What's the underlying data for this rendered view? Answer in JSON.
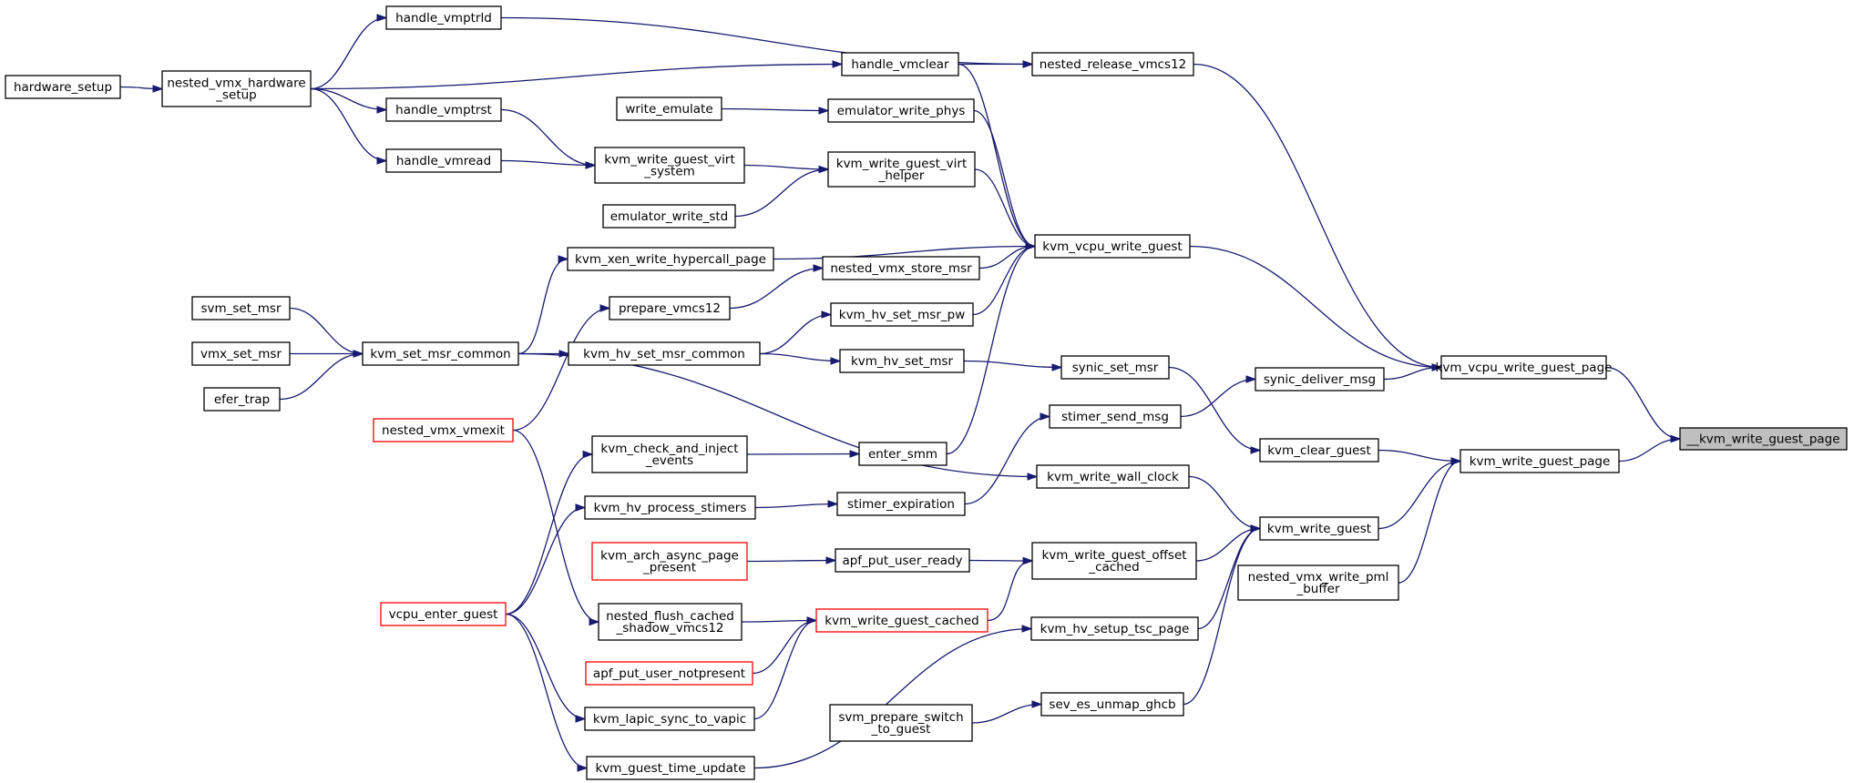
{
  "nodes": [
    {
      "id": "__kvm_write_guest_page",
      "lines": [
        "__kvm_write_guest_page"
      ],
      "style": "root"
    },
    {
      "id": "kvm_vcpu_write_guest_page",
      "lines": [
        "kvm_vcpu_write_guest_page"
      ],
      "style": "normal"
    },
    {
      "id": "kvm_write_guest_page",
      "lines": [
        "kvm_write_guest_page"
      ],
      "style": "normal"
    },
    {
      "id": "nested_release_vmcs12",
      "lines": [
        "nested_release_vmcs12"
      ],
      "style": "normal"
    },
    {
      "id": "kvm_vcpu_write_guest",
      "lines": [
        "kvm_vcpu_write_guest"
      ],
      "style": "normal"
    },
    {
      "id": "synic_deliver_msg",
      "lines": [
        "synic_deliver_msg"
      ],
      "style": "normal"
    },
    {
      "id": "kvm_clear_guest",
      "lines": [
        "kvm_clear_guest"
      ],
      "style": "normal"
    },
    {
      "id": "kvm_write_guest",
      "lines": [
        "kvm_write_guest"
      ],
      "style": "normal"
    },
    {
      "id": "nested_vmx_write_pml_buffer",
      "lines": [
        "nested_vmx_write_pml",
        "_buffer"
      ],
      "style": "normal"
    },
    {
      "id": "handle_vmptrld",
      "lines": [
        "handle_vmptrld"
      ],
      "style": "normal"
    },
    {
      "id": "handle_vmclear",
      "lines": [
        "handle_vmclear"
      ],
      "style": "normal"
    },
    {
      "id": "nested_vmx_hardware_setup",
      "lines": [
        "nested_vmx_hardware",
        "_setup"
      ],
      "style": "normal"
    },
    {
      "id": "hardware_setup",
      "lines": [
        "hardware_setup"
      ],
      "style": "normal"
    },
    {
      "id": "handle_vmptrst",
      "lines": [
        "handle_vmptrst"
      ],
      "style": "normal"
    },
    {
      "id": "handle_vmread",
      "lines": [
        "handle_vmread"
      ],
      "style": "normal"
    },
    {
      "id": "write_emulate",
      "lines": [
        "write_emulate"
      ],
      "style": "normal"
    },
    {
      "id": "emulator_write_phys",
      "lines": [
        "emulator_write_phys"
      ],
      "style": "normal"
    },
    {
      "id": "kvm_write_guest_virt_system",
      "lines": [
        "kvm_write_guest_virt",
        "_system"
      ],
      "style": "normal"
    },
    {
      "id": "kvm_write_guest_virt_helper",
      "lines": [
        "kvm_write_guest_virt",
        "_helper"
      ],
      "style": "normal"
    },
    {
      "id": "emulator_write_std",
      "lines": [
        "emulator_write_std"
      ],
      "style": "normal"
    },
    {
      "id": "kvm_xen_write_hypercall_page",
      "lines": [
        "kvm_xen_write_hypercall_page"
      ],
      "style": "normal"
    },
    {
      "id": "nested_vmx_store_msr",
      "lines": [
        "nested_vmx_store_msr"
      ],
      "style": "normal"
    },
    {
      "id": "prepare_vmcs12",
      "lines": [
        "prepare_vmcs12"
      ],
      "style": "normal"
    },
    {
      "id": "kvm_hv_set_msr_pw",
      "lines": [
        "kvm_hv_set_msr_pw"
      ],
      "style": "normal"
    },
    {
      "id": "svm_set_msr",
      "lines": [
        "svm_set_msr"
      ],
      "style": "normal"
    },
    {
      "id": "vmx_set_msr",
      "lines": [
        "vmx_set_msr"
      ],
      "style": "normal"
    },
    {
      "id": "efer_trap",
      "lines": [
        "efer_trap"
      ],
      "style": "normal"
    },
    {
      "id": "kvm_set_msr_common",
      "lines": [
        "kvm_set_msr_common"
      ],
      "style": "normal"
    },
    {
      "id": "kvm_hv_set_msr_common",
      "lines": [
        "kvm_hv_set_msr_common"
      ],
      "style": "normal"
    },
    {
      "id": "kvm_hv_set_msr",
      "lines": [
        "kvm_hv_set_msr"
      ],
      "style": "normal"
    },
    {
      "id": "synic_set_msr",
      "lines": [
        "synic_set_msr"
      ],
      "style": "normal"
    },
    {
      "id": "stimer_send_msg",
      "lines": [
        "stimer_send_msg"
      ],
      "style": "normal"
    },
    {
      "id": "nested_vmx_vmexit",
      "lines": [
        "nested_vmx_vmexit"
      ],
      "style": "red"
    },
    {
      "id": "kvm_check_and_inject_events",
      "lines": [
        "kvm_check_and_inject",
        "_events"
      ],
      "style": "normal"
    },
    {
      "id": "enter_smm",
      "lines": [
        "enter_smm"
      ],
      "style": "normal"
    },
    {
      "id": "kvm_write_wall_clock",
      "lines": [
        "kvm_write_wall_clock"
      ],
      "style": "normal"
    },
    {
      "id": "kvm_hv_process_stimers",
      "lines": [
        "kvm_hv_process_stimers"
      ],
      "style": "normal"
    },
    {
      "id": "stimer_expiration",
      "lines": [
        "stimer_expiration"
      ],
      "style": "normal"
    },
    {
      "id": "kvm_arch_async_page_present",
      "lines": [
        "kvm_arch_async_page",
        "_present"
      ],
      "style": "red"
    },
    {
      "id": "apf_put_user_ready",
      "lines": [
        "apf_put_user_ready"
      ],
      "style": "normal"
    },
    {
      "id": "kvm_write_guest_offset_cached",
      "lines": [
        "kvm_write_guest_offset",
        "_cached"
      ],
      "style": "normal"
    },
    {
      "id": "vcpu_enter_guest",
      "lines": [
        "vcpu_enter_guest"
      ],
      "style": "red"
    },
    {
      "id": "nested_flush_cached_shadow_vmcs12",
      "lines": [
        "nested_flush_cached",
        "_shadow_vmcs12"
      ],
      "style": "normal"
    },
    {
      "id": "kvm_write_guest_cached",
      "lines": [
        "kvm_write_guest_cached"
      ],
      "style": "red"
    },
    {
      "id": "kvm_hv_setup_tsc_page",
      "lines": [
        "kvm_hv_setup_tsc_page"
      ],
      "style": "normal"
    },
    {
      "id": "apf_put_user_notpresent",
      "lines": [
        "apf_put_user_notpresent"
      ],
      "style": "red"
    },
    {
      "id": "kvm_lapic_sync_to_vapic",
      "lines": [
        "kvm_lapic_sync_to_vapic"
      ],
      "style": "normal"
    },
    {
      "id": "svm_prepare_switch_to_guest",
      "lines": [
        "svm_prepare_switch",
        "_to_guest"
      ],
      "style": "normal"
    },
    {
      "id": "sev_es_unmap_ghcb",
      "lines": [
        "sev_es_unmap_ghcb"
      ],
      "style": "normal"
    },
    {
      "id": "kvm_guest_time_update",
      "lines": [
        "kvm_guest_time_update"
      ],
      "style": "normal"
    }
  ],
  "edges": [
    [
      "kvm_vcpu_write_guest_page",
      "__kvm_write_guest_page"
    ],
    [
      "kvm_write_guest_page",
      "__kvm_write_guest_page"
    ],
    [
      "nested_release_vmcs12",
      "kvm_vcpu_write_guest_page"
    ],
    [
      "kvm_vcpu_write_guest",
      "kvm_vcpu_write_guest_page"
    ],
    [
      "synic_deliver_msg",
      "kvm_vcpu_write_guest_page"
    ],
    [
      "kvm_clear_guest",
      "kvm_write_guest_page"
    ],
    [
      "kvm_write_guest",
      "kvm_write_guest_page"
    ],
    [
      "nested_vmx_write_pml_buffer",
      "kvm_write_guest_page"
    ],
    [
      "handle_vmptrld",
      "nested_release_vmcs12"
    ],
    [
      "handle_vmclear",
      "nested_release_vmcs12"
    ],
    [
      "nested_vmx_hardware_setup",
      "handle_vmptrld"
    ],
    [
      "nested_vmx_hardware_setup",
      "handle_vmclear"
    ],
    [
      "nested_vmx_hardware_setup",
      "handle_vmptrst"
    ],
    [
      "nested_vmx_hardware_setup",
      "handle_vmread"
    ],
    [
      "hardware_setup",
      "nested_vmx_hardware_setup"
    ],
    [
      "handle_vmclear",
      "kvm_vcpu_write_guest"
    ],
    [
      "emulator_write_phys",
      "kvm_vcpu_write_guest"
    ],
    [
      "kvm_write_guest_virt_helper",
      "kvm_vcpu_write_guest"
    ],
    [
      "kvm_xen_write_hypercall_page",
      "kvm_vcpu_write_guest"
    ],
    [
      "nested_vmx_store_msr",
      "kvm_vcpu_write_guest"
    ],
    [
      "kvm_hv_set_msr_pw",
      "kvm_vcpu_write_guest"
    ],
    [
      "enter_smm",
      "kvm_vcpu_write_guest"
    ],
    [
      "write_emulate",
      "emulator_write_phys"
    ],
    [
      "handle_vmptrst",
      "kvm_write_guest_virt_system"
    ],
    [
      "handle_vmread",
      "kvm_write_guest_virt_system"
    ],
    [
      "kvm_write_guest_virt_system",
      "kvm_write_guest_virt_helper"
    ],
    [
      "emulator_write_std",
      "kvm_write_guest_virt_helper"
    ],
    [
      "kvm_set_msr_common",
      "kvm_xen_write_hypercall_page"
    ],
    [
      "prepare_vmcs12",
      "nested_vmx_store_msr"
    ],
    [
      "nested_vmx_vmexit",
      "prepare_vmcs12"
    ],
    [
      "kvm_hv_set_msr_common",
      "kvm_hv_set_msr_pw"
    ],
    [
      "kvm_hv_set_msr_common",
      "kvm_hv_set_msr"
    ],
    [
      "svm_set_msr",
      "kvm_set_msr_common"
    ],
    [
      "vmx_set_msr",
      "kvm_set_msr_common"
    ],
    [
      "efer_trap",
      "kvm_set_msr_common"
    ],
    [
      "kvm_set_msr_common",
      "kvm_hv_set_msr_common"
    ],
    [
      "kvm_set_msr_common",
      "kvm_write_wall_clock"
    ],
    [
      "kvm_hv_set_msr",
      "synic_set_msr"
    ],
    [
      "synic_set_msr",
      "kvm_clear_guest"
    ],
    [
      "stimer_send_msg",
      "synic_deliver_msg"
    ],
    [
      "stimer_expiration",
      "stimer_send_msg"
    ],
    [
      "kvm_check_and_inject_events",
      "enter_smm"
    ],
    [
      "vcpu_enter_guest",
      "kvm_check_and_inject_events"
    ],
    [
      "vcpu_enter_guest",
      "kvm_hv_process_stimers"
    ],
    [
      "kvm_hv_process_stimers",
      "stimer_expiration"
    ],
    [
      "kvm_write_wall_clock",
      "kvm_write_guest"
    ],
    [
      "kvm_write_guest_offset_cached",
      "kvm_write_guest"
    ],
    [
      "kvm_hv_setup_tsc_page",
      "kvm_write_guest"
    ],
    [
      "sev_es_unmap_ghcb",
      "kvm_write_guest"
    ],
    [
      "kvm_arch_async_page_present",
      "apf_put_user_ready"
    ],
    [
      "apf_put_user_ready",
      "kvm_write_guest_offset_cached"
    ],
    [
      "kvm_write_guest_cached",
      "kvm_write_guest_offset_cached"
    ],
    [
      "nested_flush_cached_shadow_vmcs12",
      "kvm_write_guest_cached"
    ],
    [
      "apf_put_user_notpresent",
      "kvm_write_guest_cached"
    ],
    [
      "kvm_lapic_sync_to_vapic",
      "kvm_write_guest_cached"
    ],
    [
      "nested_vmx_vmexit",
      "nested_flush_cached_shadow_vmcs12"
    ],
    [
      "vcpu_enter_guest",
      "kvm_lapic_sync_to_vapic"
    ],
    [
      "vcpu_enter_guest",
      "kvm_guest_time_update"
    ],
    [
      "kvm_guest_time_update",
      "kvm_hv_setup_tsc_page"
    ],
    [
      "svm_prepare_switch_to_guest",
      "sev_es_unmap_ghcb"
    ]
  ]
}
